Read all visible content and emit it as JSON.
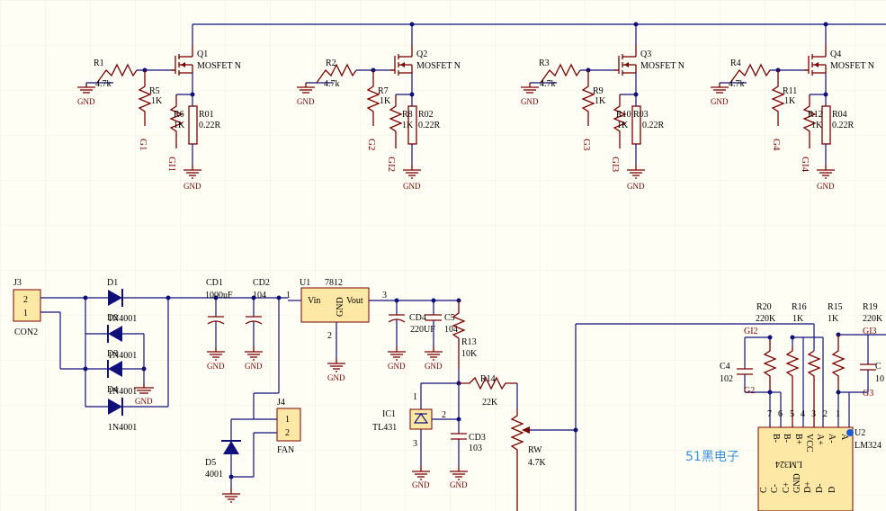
{
  "mosfet_stages": [
    {
      "r_gate": "R1",
      "r_gate_val": "4.7k",
      "r_pd": "R5",
      "r_pd_val": "1K",
      "r_sense": "R6",
      "r_sense_val": "1K",
      "r_shunt": "R01",
      "r_shunt_val": "0.22R",
      "fet": "Q1",
      "fet_type": "MOSFET N",
      "gate_net": "G1",
      "sense_net": "GI1",
      "gnd": "GND",
      "gnd2": "GND"
    },
    {
      "r_gate": "R2",
      "r_gate_val": "4.7k",
      "r_pd": "R7",
      "r_pd_val": "1K",
      "r_sense": "R8",
      "r_sense_val": "1K",
      "r_shunt": "R02",
      "r_shunt_val": "0.22R",
      "fet": "Q2",
      "fet_type": "MOSFET N",
      "gate_net": "G2",
      "sense_net": "GI2",
      "gnd": "GND",
      "gnd2": "GND"
    },
    {
      "r_gate": "R3",
      "r_gate_val": "4.7k",
      "r_pd": "R9",
      "r_pd_val": "1K",
      "r_sense": "R10",
      "r_sense_val": "1K",
      "r_shunt": "R03",
      "r_shunt_val": "0.22R",
      "fet": "Q3",
      "fet_type": "MOSFET N",
      "gate_net": "G3",
      "sense_net": "GI3",
      "gnd": "GND",
      "gnd2": "GND"
    },
    {
      "r_gate": "R4",
      "r_gate_val": "4.7k",
      "r_pd": "R11",
      "r_pd_val": "1K",
      "r_sense": "R12",
      "r_sense_val": "1K",
      "r_shunt": "R04",
      "r_shunt_val": "0.22R",
      "fet": "Q4",
      "fet_type": "MOSFET N",
      "gate_net": "G4",
      "sense_net": "GI4",
      "gnd": "GND",
      "gnd2": "GND"
    }
  ],
  "supply": {
    "connector": {
      "ref": "J3",
      "name": "CON2",
      "pin1": "1",
      "pin2": "2"
    },
    "diodes": [
      {
        "ref": "D1",
        "val": "1N4001"
      },
      {
        "ref": "D2",
        "val": "1N4001"
      },
      {
        "ref": "D3",
        "val": "1N4001"
      },
      {
        "ref": "D4",
        "val": "1N4001"
      }
    ],
    "gnd_label": "GND",
    "cd1": {
      "ref": "CD1",
      "val": "1000uF"
    },
    "cd2": {
      "ref": "CD2",
      "val": "104"
    },
    "reg": {
      "ref": "U1",
      "part": "7812",
      "vin": "Vin",
      "gnd": "GND",
      "vout": "Vout",
      "pin1": "1",
      "pin2": "2",
      "pin3": "3"
    },
    "cd4": {
      "ref": "CD4",
      "val": "220UF"
    },
    "c5": {
      "ref": "C5",
      "val": "104"
    },
    "fan": {
      "ref": "J4",
      "name": "FAN",
      "pin1": "1",
      "pin2": "2"
    },
    "d5": {
      "ref": "D5",
      "val": "4001"
    }
  },
  "reference": {
    "r13": {
      "ref": "R13",
      "val": "10K"
    },
    "r14": {
      "ref": "R14",
      "val": "22K"
    },
    "rw": {
      "ref": "RW",
      "val": "4.7K"
    },
    "ic1": {
      "ref": "IC1",
      "val": "TL431",
      "pin1": "1",
      "pin2": "2",
      "pin3": "3"
    },
    "cd3": {
      "ref": "CD3",
      "val": "103"
    }
  },
  "opamp": {
    "r20": {
      "ref": "R20",
      "val": "220K"
    },
    "r16": {
      "ref": "R16",
      "val": "1K"
    },
    "r15": {
      "ref": "R15",
      "val": "1K"
    },
    "r19": {
      "ref": "R19",
      "val": "220K"
    },
    "c4": {
      "ref": "C4",
      "val": "102"
    },
    "c_right": {
      "ref": "C",
      "val": "10"
    },
    "net_gi2": "GI2",
    "net_g2": "G2",
    "net_gi3": "GI3",
    "net_g3": "G3",
    "u2": {
      "ref": "U2",
      "part": "LM324",
      "body_text": "LM324"
    },
    "pins_top": [
      "B-",
      "B-",
      "B+",
      "VCC",
      "A+",
      "A-",
      "A"
    ],
    "pin_nums": [
      "7",
      "6",
      "5",
      "4",
      "3",
      "2",
      "1"
    ],
    "pins_bottom": [
      "C",
      "C-",
      "C+",
      "GND",
      "D+",
      "D-",
      "D"
    ]
  },
  "watermark": "51黑电子",
  "colors": {
    "wire": "#10107a",
    "part": "#7a0000",
    "background": "#fffef5",
    "watermark": "#3a8fd6"
  }
}
